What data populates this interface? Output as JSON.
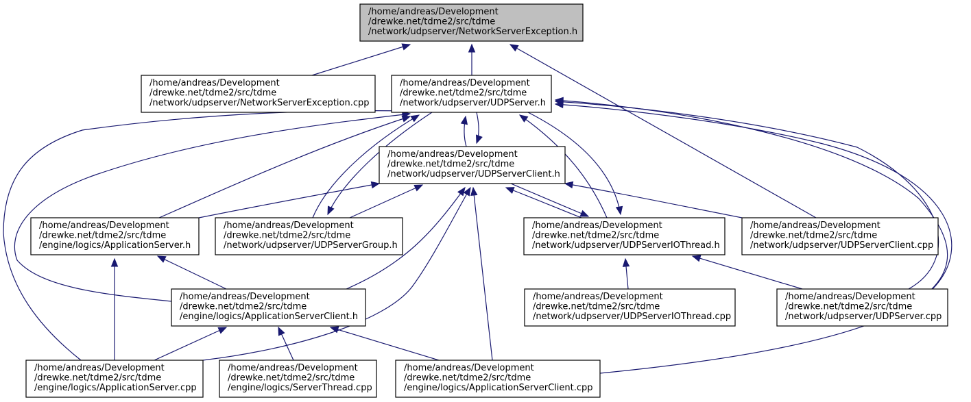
{
  "diagram": {
    "type": "include-dependency-graph",
    "colors": {
      "edge": "#191970",
      "root_fill": "#bfbfbf",
      "node_fill": "#ffffff",
      "node_border": "#000000"
    },
    "nodes": [
      {
        "id": "root",
        "is_root": true,
        "lines": [
          "/home/andreas/Development",
          "/drewke.net/tdme2/src/tdme",
          "/network/udpserver/NetworkServerException.h"
        ]
      },
      {
        "id": "nsecpp",
        "lines": [
          "/home/andreas/Development",
          "/drewke.net/tdme2/src/tdme",
          "/network/udpserver/NetworkServerException.cpp"
        ]
      },
      {
        "id": "udpserverh",
        "lines": [
          "/home/andreas/Development",
          "/drewke.net/tdme2/src/tdme",
          "/network/udpserver/UDPServer.h"
        ]
      },
      {
        "id": "udpclienth",
        "lines": [
          "/home/andreas/Development",
          "/drewke.net/tdme2/src/tdme",
          "/network/udpserver/UDPServerClient.h"
        ]
      },
      {
        "id": "appserverh",
        "lines": [
          "/home/andreas/Development",
          "/drewke.net/tdme2/src/tdme",
          "/engine/logics/ApplicationServer.h"
        ]
      },
      {
        "id": "groupH",
        "lines": [
          "/home/andreas/Development",
          "/drewke.net/tdme2/src/tdme",
          "/network/udpserver/UDPServerGroup.h"
        ]
      },
      {
        "id": "iothreadh",
        "lines": [
          "/home/andreas/Development",
          "/drewke.net/tdme2/src/tdme",
          "/network/udpserver/UDPServerIOThread.h"
        ]
      },
      {
        "id": "clientcpp",
        "lines": [
          "/home/andreas/Development",
          "/drewke.net/tdme2/src/tdme",
          "/network/udpserver/UDPServerClient.cpp"
        ]
      },
      {
        "id": "appclienth",
        "lines": [
          "/home/andreas/Development",
          "/drewke.net/tdme2/src/tdme",
          "/engine/logics/ApplicationServerClient.h"
        ]
      },
      {
        "id": "iothreadcpp",
        "lines": [
          "/home/andreas/Development",
          "/drewke.net/tdme2/src/tdme",
          "/network/udpserver/UDPServerIOThread.cpp"
        ]
      },
      {
        "id": "udpservercpp",
        "lines": [
          "/home/andreas/Development",
          "/drewke.net/tdme2/src/tdme",
          "/network/udpserver/UDPServer.cpp"
        ]
      },
      {
        "id": "appservercpp",
        "lines": [
          "/home/andreas/Development",
          "/drewke.net/tdme2/src/tdme",
          "/engine/logics/ApplicationServer.cpp"
        ]
      },
      {
        "id": "serverthreadcpp",
        "lines": [
          "/home/andreas/Development",
          "/drewke.net/tdme2/src/tdme",
          "/engine/logics/ServerThread.cpp"
        ]
      },
      {
        "id": "appclientcpp",
        "lines": [
          "/home/andreas/Development",
          "/drewke.net/tdme2/src/tdme",
          "/engine/logics/ApplicationServerClient.cpp"
        ]
      }
    ],
    "edges": [
      {
        "from": "nsecpp",
        "to": "root"
      },
      {
        "from": "udpserverh",
        "to": "root"
      },
      {
        "from": "clientcpp",
        "to": "root"
      },
      {
        "from": "udpclienth",
        "to": "udpserverh"
      },
      {
        "from": "udpserverh",
        "to": "udpclienth"
      },
      {
        "from": "appserverh",
        "to": "udpserverh"
      },
      {
        "from": "groupH",
        "to": "udpserverh"
      },
      {
        "from": "udpserverh",
        "to": "groupH"
      },
      {
        "from": "iothreadh",
        "to": "udpserverh"
      },
      {
        "from": "udpserverh",
        "to": "iothreadh"
      },
      {
        "from": "clientcpp",
        "to": "udpserverh"
      },
      {
        "from": "udpservercpp",
        "to": "udpserverh"
      },
      {
        "from": "appclienth",
        "to": "udpserverh"
      },
      {
        "from": "appservercpp",
        "to": "udpserverh"
      },
      {
        "from": "appclientcpp",
        "to": "udpserverh"
      },
      {
        "from": "appserverh",
        "to": "udpclienth"
      },
      {
        "from": "groupH",
        "to": "udpclienth"
      },
      {
        "from": "iothreadh",
        "to": "udpclienth"
      },
      {
        "from": "udpclienth",
        "to": "iothreadh"
      },
      {
        "from": "clientcpp",
        "to": "udpclienth"
      },
      {
        "from": "appclienth",
        "to": "udpclienth"
      },
      {
        "from": "appservercpp",
        "to": "udpclienth"
      },
      {
        "from": "appclientcpp",
        "to": "udpclienth"
      },
      {
        "from": "appclienth",
        "to": "appserverh"
      },
      {
        "from": "appservercpp",
        "to": "appserverh"
      },
      {
        "from": "iothreadcpp",
        "to": "iothreadh"
      },
      {
        "from": "udpservercpp",
        "to": "iothreadh"
      },
      {
        "from": "appservercpp",
        "to": "appclienth"
      },
      {
        "from": "serverthreadcpp",
        "to": "appclienth"
      },
      {
        "from": "appclientcpp",
        "to": "appclienth"
      }
    ]
  }
}
